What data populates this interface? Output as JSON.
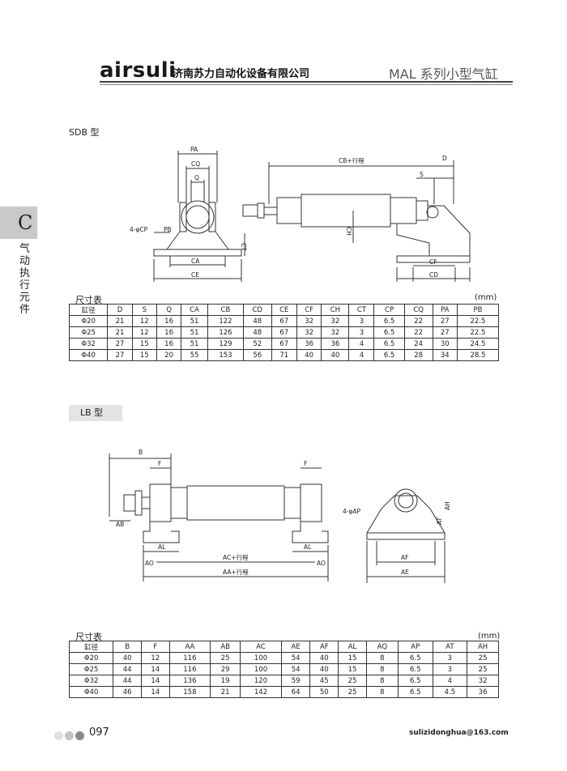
{
  "header": {
    "brand": "airsuli",
    "company": "济南苏力自动化设备有限公司",
    "series": "MAL 系列小型气缸"
  },
  "side_tab": {
    "letter": "C",
    "text": "气动执行元件"
  },
  "sdb": {
    "label": "SDB 型",
    "drawing_labels": {
      "PA": "PA",
      "CQ": "CQ",
      "Q": "Q",
      "CP": "4-φCP",
      "PB": "PB",
      "CA": "CA",
      "CE": "CE",
      "CT": "CT",
      "CB": "CB+行程",
      "D": "D",
      "S": "S",
      "CH": "CH",
      "CF": "CF",
      "CD": "CD"
    },
    "table_caption": "尺寸表",
    "unit": "(mm)",
    "headers": [
      "缸径",
      "D",
      "S",
      "Q",
      "CA",
      "CB",
      "CD",
      "CE",
      "CF",
      "CH",
      "CT",
      "CP",
      "CQ",
      "PA",
      "PB"
    ],
    "rows": [
      [
        "Φ20",
        "21",
        "12",
        "16",
        "51",
        "122",
        "48",
        "67",
        "32",
        "32",
        "3",
        "6.5",
        "22",
        "27",
        "22.5"
      ],
      [
        "Φ25",
        "21",
        "12",
        "16",
        "51",
        "126",
        "48",
        "67",
        "32",
        "32",
        "3",
        "6.5",
        "22",
        "27",
        "22.5"
      ],
      [
        "Φ32",
        "27",
        "15",
        "16",
        "51",
        "129",
        "52",
        "67",
        "36",
        "36",
        "4",
        "6.5",
        "24",
        "30",
        "24.5"
      ],
      [
        "Φ40",
        "27",
        "15",
        "20",
        "55",
        "153",
        "56",
        "71",
        "40",
        "40",
        "4",
        "6.5",
        "28",
        "34",
        "28.5"
      ]
    ]
  },
  "lb": {
    "label": "LB 型",
    "drawing_labels": {
      "B": "B",
      "F": "F",
      "AB": "AB",
      "AL": "AL",
      "AO": "AO",
      "AC": "AC+行程",
      "AA": "AA+行程",
      "AP": "4-φAP",
      "AH": "AH",
      "AT": "AT",
      "AF": "AF",
      "AE": "AE"
    },
    "table_caption": "尺寸表",
    "unit": "(mm)",
    "headers": [
      "缸径",
      "B",
      "F",
      "AA",
      "AB",
      "AC",
      "AE",
      "AF",
      "AL",
      "AQ",
      "AP",
      "AT",
      "AH"
    ],
    "rows": [
      [
        "Φ20",
        "40",
        "12",
        "116",
        "25",
        "100",
        "54",
        "40",
        "15",
        "8",
        "6.5",
        "3",
        "25"
      ],
      [
        "Φ25",
        "44",
        "14",
        "116",
        "29",
        "100",
        "54",
        "40",
        "15",
        "8",
        "6.5",
        "3",
        "25"
      ],
      [
        "Φ32",
        "44",
        "14",
        "136",
        "19",
        "120",
        "59",
        "45",
        "25",
        "8",
        "6.5",
        "4",
        "32"
      ],
      [
        "Φ40",
        "46",
        "14",
        "158",
        "21",
        "142",
        "64",
        "50",
        "25",
        "8",
        "6.5",
        "4.5",
        "36"
      ]
    ]
  },
  "footer": {
    "page": "097",
    "email": "sulizidonghua@163.com",
    "dot_colors": [
      "#e0e0e0",
      "#c4c4c4",
      "#8a8a8a"
    ]
  }
}
